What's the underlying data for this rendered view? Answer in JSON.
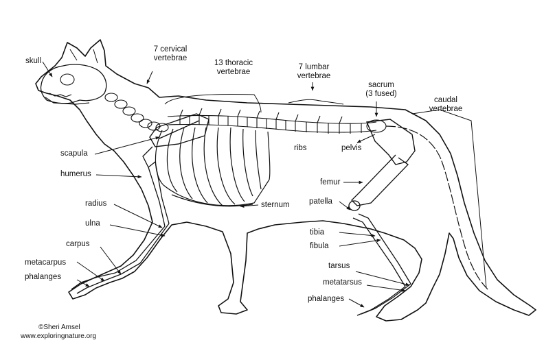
{
  "labels": {
    "skull": "skull",
    "cervical": "7 cervical\nvertebrae",
    "thoracic": "13 thoracic\nvertebrae",
    "lumbar": "7 lumbar\nvertebrae",
    "sacrum": "sacrum\n(3 fused)",
    "caudal": "caudal\nvertebrae",
    "scapula": "scapula",
    "humerus": "humerus",
    "ribs": "ribs",
    "pelvis": "pelvis",
    "femur": "femur",
    "patella": "patella",
    "sternum": "sternum",
    "radius": "radius",
    "ulna": "ulna",
    "carpus": "carpus",
    "metacarpus": "metacarpus",
    "phalanges_front": "phalanges",
    "tibia": "tibia",
    "fibula": "fibula",
    "tarsus": "tarsus",
    "metatarsus": "metatarsus",
    "phalanges_hind": "phalanges"
  },
  "credits": {
    "author": "©Sheri Amsel",
    "website": "www.exploringnature.org"
  }
}
